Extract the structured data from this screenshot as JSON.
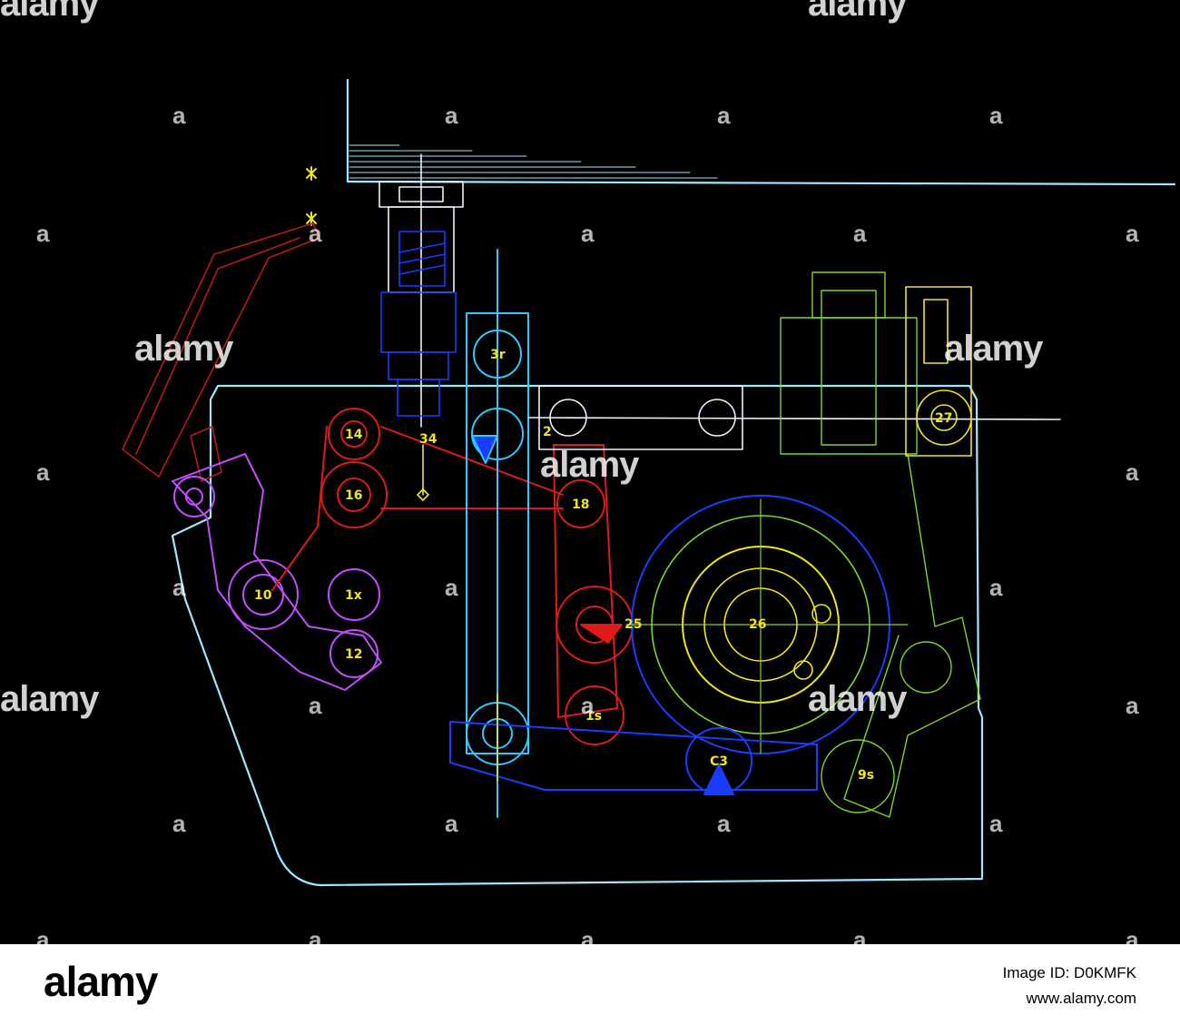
{
  "colors": {
    "frame": "#9ee7ff",
    "blue": "#1a3cff",
    "cyan": "#2fc8ff",
    "red": "#e01a1a",
    "purple": "#c34dff",
    "green": "#7dd62a",
    "yellow": "#f2e51a",
    "white": "#e8f4ff"
  },
  "diagram": {
    "labels": [
      {
        "id": "l-14",
        "text": "14"
      },
      {
        "id": "l-16",
        "text": "16"
      },
      {
        "id": "l-10",
        "text": "10"
      },
      {
        "id": "l-1x",
        "text": "1x"
      },
      {
        "id": "l-12",
        "text": "12"
      },
      {
        "id": "l-34",
        "text": "34"
      },
      {
        "id": "l-3r",
        "text": "3r"
      },
      {
        "id": "l-18",
        "text": "18"
      },
      {
        "id": "l-2",
        "text": "2"
      },
      {
        "id": "l-25",
        "text": "25"
      },
      {
        "id": "l-1s",
        "text": "1s"
      },
      {
        "id": "l-c3",
        "text": "C3"
      },
      {
        "id": "l-26",
        "text": "26"
      },
      {
        "id": "l-9s",
        "text": "9s"
      },
      {
        "id": "l-27",
        "text": "27"
      }
    ]
  },
  "watermark": {
    "brand": "alamy",
    "letter": "a"
  },
  "footer": {
    "logo": "alamy",
    "image_id": "Image ID: D0KMFK",
    "site": "www.alamy.com"
  }
}
